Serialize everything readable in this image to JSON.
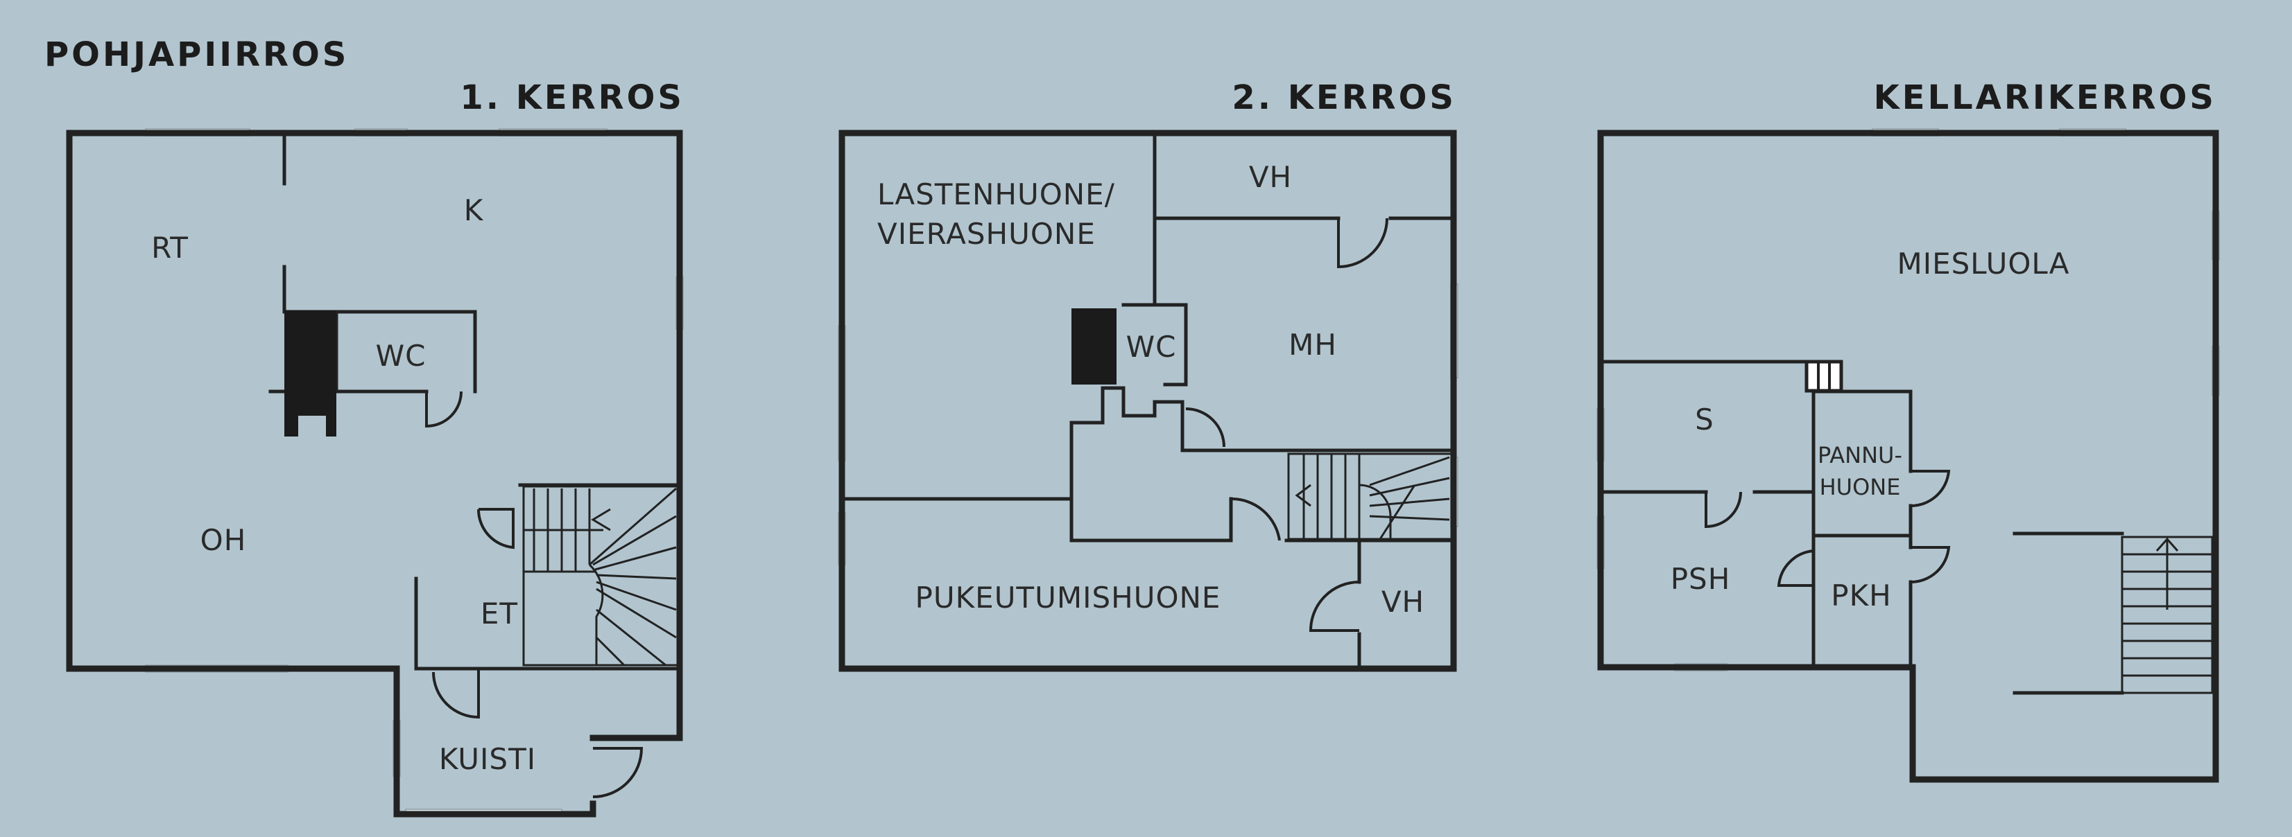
{
  "title": "POHJAPIIRROS",
  "floors": [
    {
      "id": "kerros-1",
      "label": "1. KERROS",
      "rooms": [
        "RT",
        "K",
        "WC",
        "OH",
        "ET",
        "KUISTI"
      ]
    },
    {
      "id": "kerros-2",
      "label": "2. KERROS",
      "rooms": [
        "LASTENHUONE/",
        "VIERASHUONE",
        "VH",
        "WC",
        "MH",
        "PUKEUTUMISHUONE",
        "VH"
      ]
    },
    {
      "id": "kellari",
      "label": "KELLARIKERROS",
      "rooms": [
        "MIESLUOLA",
        "S",
        "PANNU-",
        "HUONE",
        "PSH",
        "PKH"
      ]
    }
  ],
  "colors": {
    "background": "#b2c5cf",
    "walls": "#222222",
    "window": "#dfe8ec"
  }
}
